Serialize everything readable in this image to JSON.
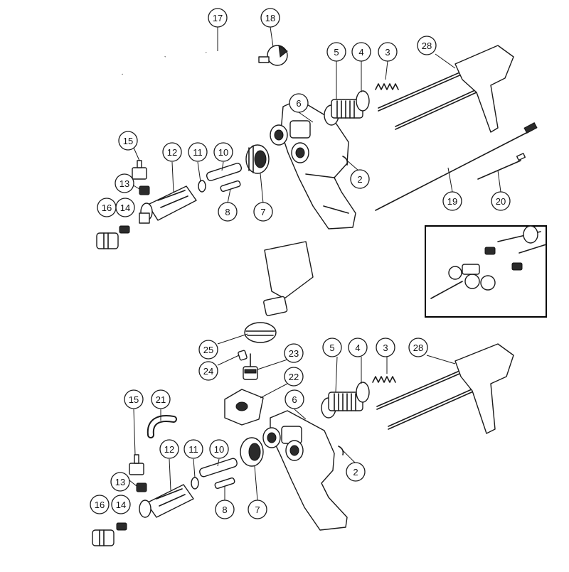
{
  "diagram": {
    "type": "exploded-parts-diagram",
    "callouts_top": [
      "17",
      "18",
      "5",
      "4",
      "3",
      "28",
      "6",
      "15",
      "12",
      "11",
      "10",
      "2",
      "13",
      "7",
      "16",
      "14",
      "8",
      "19",
      "20"
    ],
    "callouts_bottom": [
      "25",
      "5",
      "4",
      "3",
      "28",
      "24",
      "23",
      "22",
      "6",
      "15",
      "21",
      "12",
      "11",
      "10",
      "2",
      "13",
      "7",
      "16",
      "14",
      "8"
    ]
  },
  "labels": {
    "t17": "17",
    "t18": "18",
    "t5": "5",
    "t4": "4",
    "t3": "3",
    "t28": "28",
    "t6": "6",
    "t15": "15",
    "t12": "12",
    "t11": "11",
    "t10": "10",
    "t2": "2",
    "t13": "13",
    "t7": "7",
    "t16": "16",
    "t14": "14",
    "t8": "8",
    "t19": "19",
    "t20": "20",
    "b25": "25",
    "b5": "5",
    "b4": "4",
    "b3": "3",
    "b28": "28",
    "b24": "24",
    "b23": "23",
    "b22": "22",
    "b6": "6",
    "b15": "15",
    "b21": "21",
    "b12": "12",
    "b11": "11",
    "b10": "10",
    "b2": "2",
    "b13": "13",
    "b7": "7",
    "b16": "16",
    "b14": "14",
    "b8": "8"
  },
  "inset": {
    "border_color": "#000000"
  }
}
